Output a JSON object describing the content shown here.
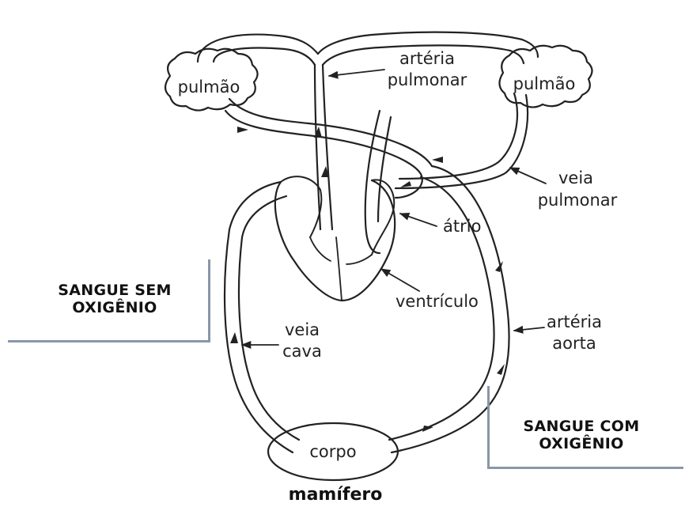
{
  "diagram": {
    "labels": {
      "lung_left": "pulmão",
      "lung_right": "pulmão",
      "pulmonary_artery_1": "artéria",
      "pulmonary_artery_2": "pulmonar",
      "pulmonary_vein_1": "veia",
      "pulmonary_vein_2": "pulmonar",
      "atrium": "átrio",
      "ventricle": "ventrículo",
      "vena_cava_1": "veia",
      "vena_cava_2": "cava",
      "aorta_1": "artéria",
      "aorta_2": "aorta",
      "body": "corpo",
      "caption": "mamífero"
    },
    "side_titles": {
      "without_oxygen_1": "SANGUE SEM",
      "without_oxygen_2": "OXIGÊNIO",
      "with_oxygen_1": "SANGUE COM",
      "with_oxygen_2": "OXIGÊNIO"
    }
  }
}
